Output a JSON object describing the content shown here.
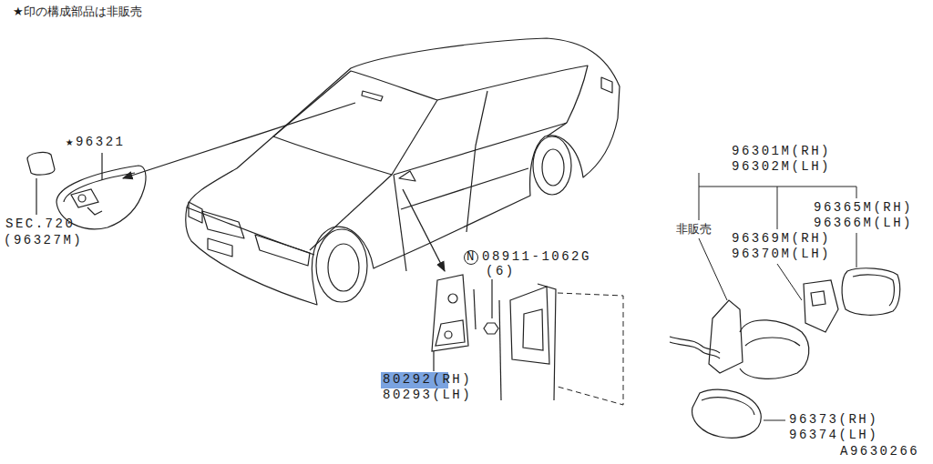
{
  "diagram": {
    "labels": [
      "★印の構成部品は非販売",
      "★96321",
      "SEC.720",
      "(96327M)",
      "N",
      "08911-1062G",
      "(6)",
      "96301M(RH)",
      "96302M(LH)",
      "96365M(RH)",
      "96366M(LH)",
      "非販売",
      "96369M(RH)",
      "96370M(LH)",
      "80292(RH)",
      "80293(LH)",
      "96373(RH)",
      "96374(LH)",
      "A9630266"
    ]
  }
}
